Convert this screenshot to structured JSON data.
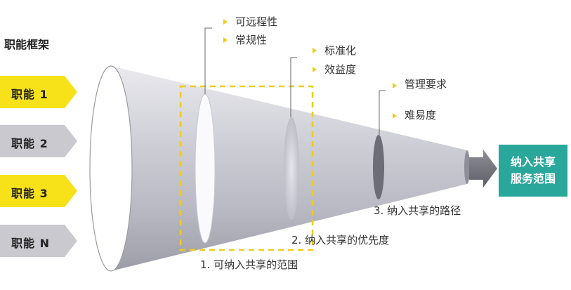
{
  "title": "职能框架",
  "functions": [
    {
      "label": "职能 1",
      "color": "#f7e21a"
    },
    {
      "label": "职能 2",
      "color": "#c9c9cf"
    },
    {
      "label": "职能 3",
      "color": "#f7e21a"
    },
    {
      "label": "职能 N",
      "color": "#c9c9cf"
    }
  ],
  "criteria": {
    "group1": [
      "可远程性",
      "常规性"
    ],
    "group2": [
      "标准化",
      "效益度"
    ],
    "group3": [
      "管理要求",
      "难易度"
    ]
  },
  "stages": {
    "stage1": "1. 可纳入共享的范围",
    "stage2": "2. 纳入共享的优先度",
    "stage3": "3. 纳入共享的路径"
  },
  "result_box": {
    "line1": "纳入共享",
    "line2": "服务范围",
    "color": "#2aa79b"
  },
  "accent_color": "#f0cc1a"
}
